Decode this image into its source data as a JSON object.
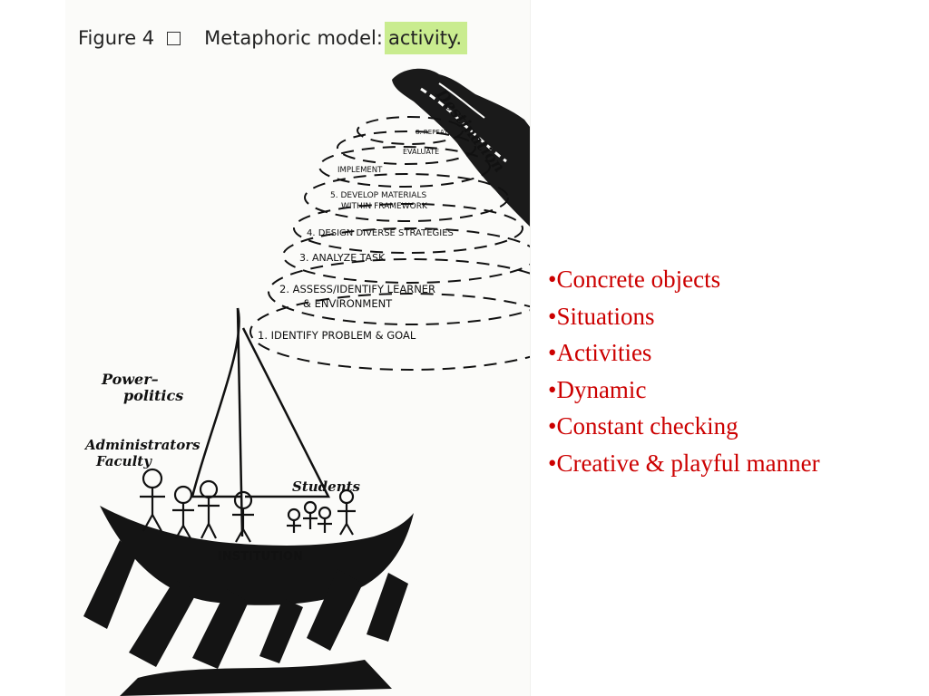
{
  "figure": {
    "caption_prefix": "Figure 4",
    "caption_middle": "Metaphoric model:",
    "caption_highlight": "activity.",
    "spiral_steps": [
      "1.  IDENTIFY PROBLEM & GOAL",
      "2.  ASSESS/IDENTIFY LEARNER",
      "& ENVIRONMENT",
      "3.  ANALYZE TASK",
      "4.  DESIGN DIVERSE STRATEGIES",
      "5.  DEVELOP MATERIALS",
      "WITHIN FRAMEWORK",
      "IMPLEMENT",
      "EVALUATE",
      "8. REPEAT"
    ],
    "destination_label": "Destination",
    "labels": {
      "power_politics_1": "Power–",
      "power_politics_2": "politics",
      "administrators": "Administrators",
      "faculty": "Faculty",
      "students": "Students",
      "institution": "INSTITUTION"
    }
  },
  "bullets": [
    "•Concrete objects",
    "•Situations",
    "•Activities",
    "•Dynamic",
    "•Constant checking",
    "•Creative & playful manner"
  ]
}
